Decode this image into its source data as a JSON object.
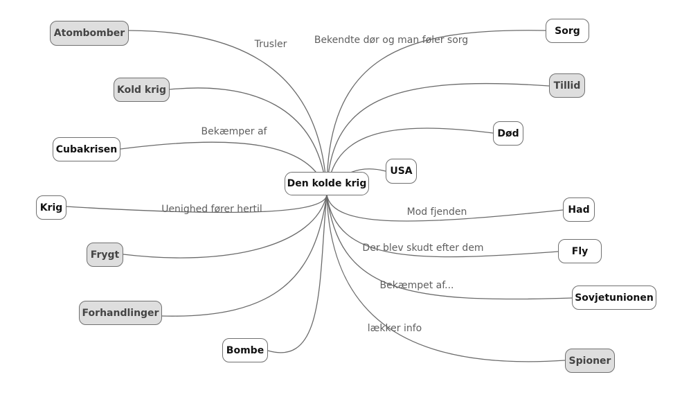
{
  "center": {
    "label": "Den kolde krig"
  },
  "nodes": [
    {
      "id": "atombomber",
      "label": "Atombomber",
      "style": "gray"
    },
    {
      "id": "kold-krig",
      "label": "Kold krig",
      "style": "gray"
    },
    {
      "id": "cubakrisen",
      "label": "Cubakrisen",
      "style": "white"
    },
    {
      "id": "krig",
      "label": "Krig",
      "style": "white"
    },
    {
      "id": "frygt",
      "label": "Frygt",
      "style": "gray"
    },
    {
      "id": "forhandlinger",
      "label": "Forhandlinger",
      "style": "gray"
    },
    {
      "id": "bombe",
      "label": "Bombe",
      "style": "white"
    },
    {
      "id": "sorg",
      "label": "Sorg",
      "style": "white"
    },
    {
      "id": "tillid",
      "label": "Tillid",
      "style": "gray"
    },
    {
      "id": "dod",
      "label": "Død",
      "style": "white"
    },
    {
      "id": "usa",
      "label": "USA",
      "style": "white"
    },
    {
      "id": "had",
      "label": "Had",
      "style": "white"
    },
    {
      "id": "fly",
      "label": "Fly",
      "style": "white"
    },
    {
      "id": "sovjetunionen",
      "label": "Sovjetunionen",
      "style": "white"
    },
    {
      "id": "spioner",
      "label": "Spioner",
      "style": "gray"
    }
  ],
  "edge_labels": {
    "atombomber": "Trusler",
    "sorg": "Bekendte dør og man føler sorg",
    "cubakrisen": "Bekæmper af",
    "krig": "Uenighed fører hertil",
    "had": "Mod fjenden",
    "fly": "Der blev skudt efter dem",
    "sovjetunionen": "Bekæmpet af...",
    "spioner": "lækker info"
  }
}
